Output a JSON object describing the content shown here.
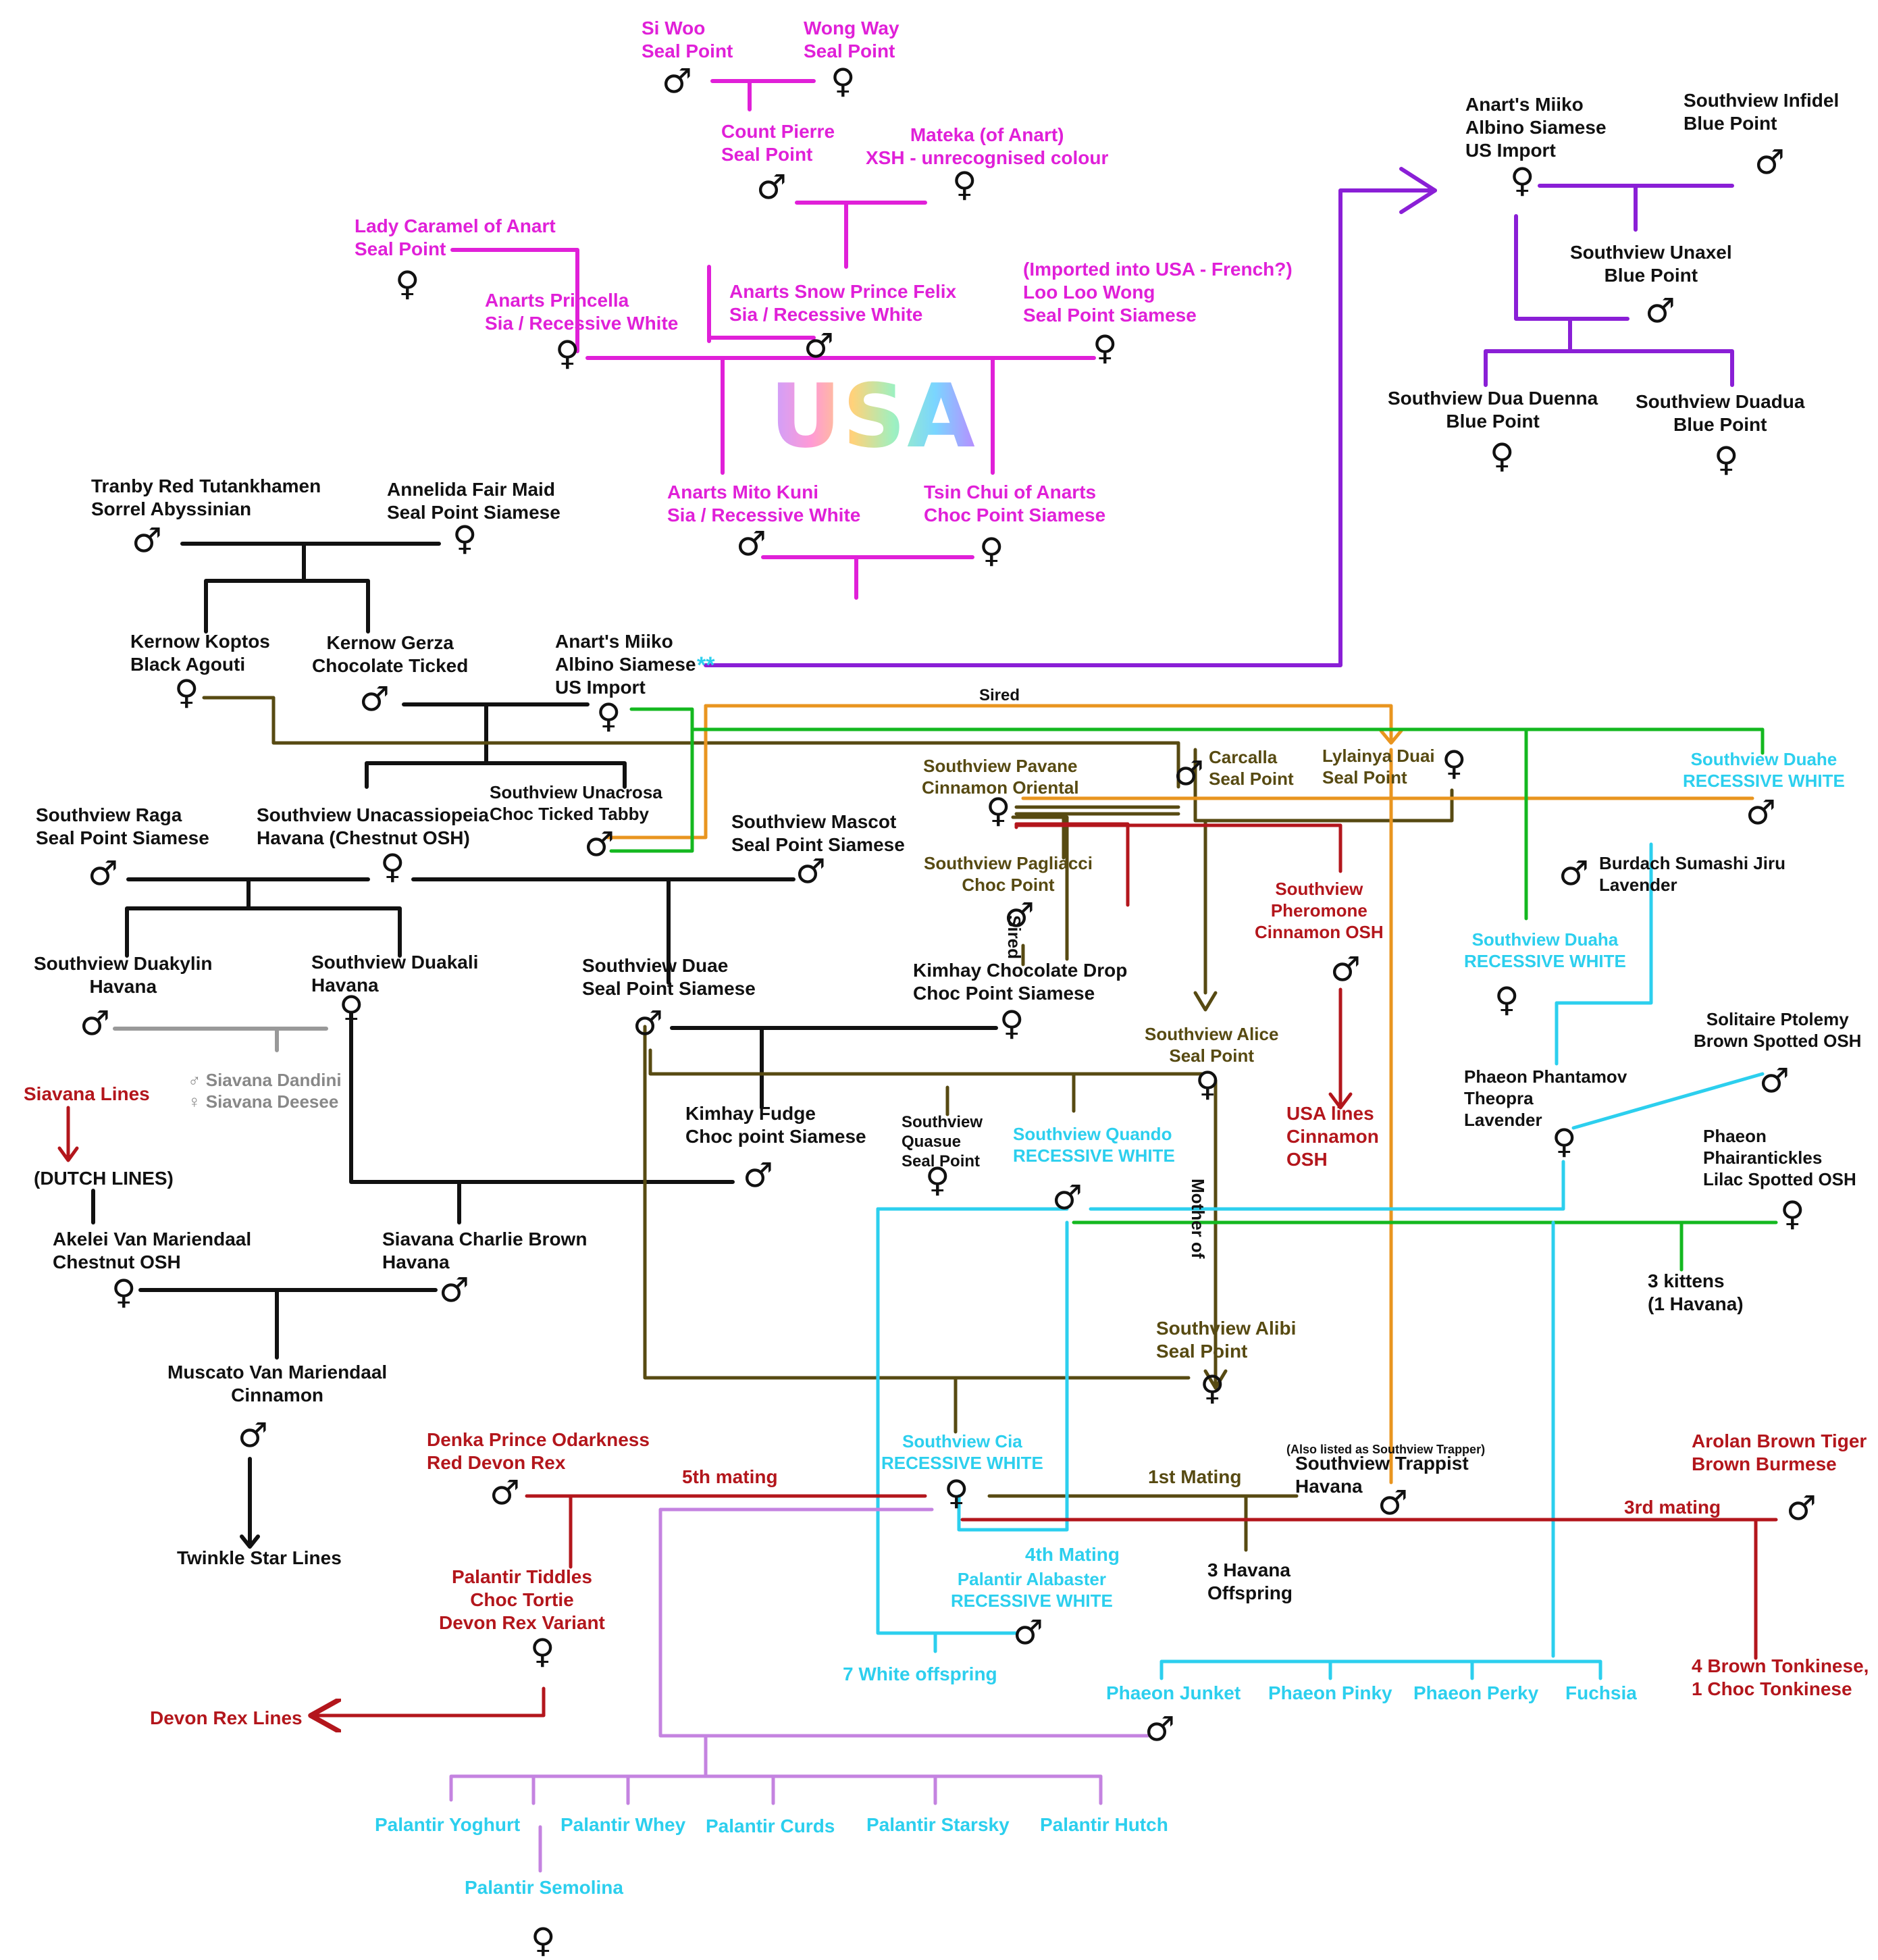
{
  "title_watermark": "USA",
  "palette": {
    "black": "#111111",
    "magenta": "#e020d8",
    "purple": "#8a1fd6",
    "olive": "#574a12",
    "orange": "#e9951f",
    "green": "#14b820",
    "cyan": "#2ccfee",
    "red": "#b3161c",
    "gray": "#888888",
    "lilac": "#c483e0"
  },
  "symbols": {
    "male": "♂",
    "female": "♀"
  },
  "nodes": [
    {
      "id": "siwoo",
      "lines": [
        "Si Woo",
        "Seal Point"
      ],
      "color": "magenta",
      "sex": "male"
    },
    {
      "id": "wongway",
      "lines": [
        "Wong Way",
        "Seal Point"
      ],
      "color": "magenta",
      "sex": "female"
    },
    {
      "id": "countpierre",
      "lines": [
        "Count Pierre",
        "Seal Point"
      ],
      "color": "magenta",
      "sex": "male"
    },
    {
      "id": "mateka",
      "lines": [
        "Mateka (of Anart)",
        "XSH - unrecognised colour"
      ],
      "color": "magenta",
      "sex": "female"
    },
    {
      "id": "ladycaramel",
      "lines": [
        "Lady Caramel of Anart",
        "Seal Point"
      ],
      "color": "magenta",
      "sex": "female"
    },
    {
      "id": "princella",
      "lines": [
        "Anarts Princella",
        "Sia / Recessive White"
      ],
      "color": "magenta",
      "sex": "female"
    },
    {
      "id": "snowprince",
      "lines": [
        "Anarts Snow Prince Felix",
        "Sia / Recessive White"
      ],
      "color": "magenta",
      "sex": "male"
    },
    {
      "id": "looloo",
      "lines": [
        "(Imported into USA - French?)",
        "Loo Loo Wong",
        "Seal Point Siamese"
      ],
      "color": "magenta",
      "sex": "female"
    },
    {
      "id": "mitokuni",
      "lines": [
        "Anarts Mito Kuni",
        "Sia / Recessive White"
      ],
      "color": "magenta",
      "sex": "male"
    },
    {
      "id": "tsinchui",
      "lines": [
        "Tsin Chui of Anarts",
        "Choc Point Siamese"
      ],
      "color": "magenta",
      "sex": "female"
    },
    {
      "id": "miiko_us",
      "lines": [
        "Anart's Miiko",
        "Albino Siamese",
        "US Import"
      ],
      "color": "black",
      "sex": "female"
    },
    {
      "id": "infidel",
      "lines": [
        "Southview Infidel",
        "Blue Point"
      ],
      "color": "black",
      "sex": "male"
    },
    {
      "id": "unaxel",
      "lines": [
        "Southview Unaxel",
        "Blue Point"
      ],
      "color": "black",
      "sex": "male"
    },
    {
      "id": "duaduenna",
      "lines": [
        "Southview Dua Duenna",
        "Blue Point"
      ],
      "color": "black",
      "sex": "female"
    },
    {
      "id": "duadua",
      "lines": [
        "Southview Duadua",
        "Blue Point"
      ],
      "color": "black",
      "sex": "female"
    },
    {
      "id": "tranby",
      "lines": [
        "Tranby Red Tutankhamen",
        "Sorrel Abyssinian"
      ],
      "color": "black",
      "sex": "male"
    },
    {
      "id": "annelida",
      "lines": [
        "Annelida Fair Maid",
        "Seal Point Siamese"
      ],
      "color": "black",
      "sex": "female"
    },
    {
      "id": "koptos",
      "lines": [
        "Kernow Koptos",
        "Black Agouti"
      ],
      "color": "black",
      "sex": "female"
    },
    {
      "id": "gerza",
      "lines": [
        "Kernow Gerza",
        "Chocolate Ticked"
      ],
      "color": "black",
      "sex": "male"
    },
    {
      "id": "miiko",
      "lines": [
        "Anart's Miiko",
        "Albino Siamese",
        "US Import"
      ],
      "color": "black",
      "sex": "female",
      "mark": "**"
    },
    {
      "id": "raga",
      "lines": [
        "Southview Raga",
        "Seal Point Siamese"
      ],
      "color": "black",
      "sex": "male"
    },
    {
      "id": "unacassiopeia",
      "lines": [
        "Southview Unacassiopeia",
        "Havana (Chestnut OSH)"
      ],
      "color": "black",
      "sex": "female"
    },
    {
      "id": "unacrosa",
      "lines": [
        "Southview Unacrosa",
        "Choc Ticked Tabby"
      ],
      "color": "black",
      "sex": "male"
    },
    {
      "id": "mascot",
      "lines": [
        "Southview Mascot",
        "Seal Point Siamese"
      ],
      "color": "black",
      "sex": "male"
    },
    {
      "id": "pavane",
      "lines": [
        "Southview Pavane",
        "Cinnamon Oriental"
      ],
      "color": "olive",
      "sex": "female"
    },
    {
      "id": "carcalla",
      "lines": [
        "Carcalla",
        "Seal Point"
      ],
      "color": "olive",
      "sex": "male"
    },
    {
      "id": "lylainya",
      "lines": [
        "Lylainya Duai",
        "Seal Point"
      ],
      "color": "olive",
      "sex": "female"
    },
    {
      "id": "duahe",
      "lines": [
        "Southview Duahe",
        "RECESSIVE WHITE"
      ],
      "color": "cyan",
      "sex": "male"
    },
    {
      "id": "pagliacci",
      "lines": [
        "Southview Pagliacci",
        "Choc Point"
      ],
      "color": "olive",
      "sex": "male"
    },
    {
      "id": "kimhaydrop",
      "lines": [
        "Kimhay Chocolate Drop",
        "Choc Point Siamese"
      ],
      "color": "black",
      "sex": "female"
    },
    {
      "id": "pheromone",
      "lines": [
        "Southview",
        "Pheromone",
        "Cinnamon OSH"
      ],
      "color": "red",
      "sex": "male"
    },
    {
      "id": "burdach",
      "lines": [
        "Burdach Sumashi Jiru",
        "Lavender"
      ],
      "color": "black",
      "sex": "male"
    },
    {
      "id": "duaha",
      "lines": [
        "Southview Duaha",
        "RECESSIVE WHITE"
      ],
      "color": "cyan",
      "sex": "female"
    },
    {
      "id": "duakylin",
      "lines": [
        "Southview Duakylin",
        "Havana"
      ],
      "color": "black",
      "sex": "male"
    },
    {
      "id": "duakali",
      "lines": [
        "Southview Duakali",
        "Havana"
      ],
      "color": "black",
      "sex": "female"
    },
    {
      "id": "duae",
      "lines": [
        "Southview Duae",
        "Seal Point Siamese"
      ],
      "color": "black",
      "sex": "male"
    },
    {
      "id": "alice",
      "lines": [
        "Southview Alice",
        "Seal Point"
      ],
      "color": "olive",
      "sex": "female"
    },
    {
      "id": "solitaire",
      "lines": [
        "Solitaire Ptolemy",
        "Brown Spotted OSH"
      ],
      "color": "black",
      "sex": "male"
    },
    {
      "id": "phantamov",
      "lines": [
        "Phaeon Phantamov",
        "Theopra",
        "Lavender"
      ],
      "color": "black",
      "sex": "female"
    },
    {
      "id": "phairantickles",
      "lines": [
        "Phaeon",
        "Phairantickles",
        "Lilac Spotted OSH"
      ],
      "color": "black",
      "sex": "female"
    },
    {
      "id": "fudge",
      "lines": [
        "Kimhay Fudge",
        "Choc point Siamese"
      ],
      "color": "black",
      "sex": "male"
    },
    {
      "id": "quasue",
      "lines": [
        "Southview",
        "Quasue",
        "Seal Point"
      ],
      "color": "black",
      "sex": "female"
    },
    {
      "id": "quando",
      "lines": [
        "Southview Quando",
        "RECESSIVE WHITE"
      ],
      "color": "cyan",
      "sex": "male"
    },
    {
      "id": "akelei",
      "lines": [
        "Akelei Van Mariendaal",
        "Chestnut OSH"
      ],
      "color": "black",
      "sex": "female"
    },
    {
      "id": "charliebrown",
      "lines": [
        "Siavana Charlie Brown",
        "Havana"
      ],
      "color": "black",
      "sex": "male"
    },
    {
      "id": "muscato",
      "lines": [
        "Muscato Van Mariendaal",
        "Cinnamon"
      ],
      "color": "black",
      "sex": "male"
    },
    {
      "id": "alibi",
      "lines": [
        "Southview Alibi",
        "Seal Point"
      ],
      "color": "olive",
      "sex": "female"
    },
    {
      "id": "denka",
      "lines": [
        "Denka Prince Odarkness",
        "Red Devon Rex"
      ],
      "color": "red",
      "sex": "male"
    },
    {
      "id": "cia",
      "lines": [
        "Southview Cia",
        "RECESSIVE WHITE"
      ],
      "color": "cyan",
      "sex": "female"
    },
    {
      "id": "trappist",
      "lines": [
        "Southview Trappist",
        "Havana"
      ],
      "color": "black",
      "sex": "male"
    },
    {
      "id": "arolan",
      "lines": [
        "Arolan Brown Tiger",
        "Brown Burmese"
      ],
      "color": "red",
      "sex": "male"
    },
    {
      "id": "tiddles",
      "lines": [
        "Palantir Tiddles",
        "Choc Tortie",
        "Devon Rex Variant"
      ],
      "color": "red",
      "sex": "female"
    },
    {
      "id": "alabaster",
      "lines": [
        "Palantir Alabaster",
        "RECESSIVE WHITE"
      ],
      "color": "cyan",
      "sex": "male"
    },
    {
      "id": "junket",
      "lines": [
        "Phaeon Junket"
      ],
      "color": "cyan",
      "sex": "male"
    },
    {
      "id": "semolina",
      "lines": [
        "Palantir Semolina"
      ],
      "color": "cyan",
      "sex": "female"
    }
  ],
  "texts": [
    {
      "id": "t_sired",
      "lines": [
        "Sired"
      ],
      "color": "black"
    },
    {
      "id": "t_sired2",
      "lines": [
        "Sired"
      ],
      "color": "black"
    },
    {
      "id": "t_motherof",
      "lines": [
        "Mother of"
      ],
      "color": "black"
    },
    {
      "id": "t_dandini",
      "lines": [
        "♂ Siavana Dandini",
        "♀ Siavana Deesee"
      ],
      "color": "gray"
    },
    {
      "id": "t_siavanalines",
      "lines": [
        "Siavana Lines"
      ],
      "color": "red"
    },
    {
      "id": "t_dutch",
      "lines": [
        "(DUTCH LINES)"
      ],
      "color": "black"
    },
    {
      "id": "t_usalines",
      "lines": [
        "USA lines",
        "Cinnamon",
        "OSH"
      ],
      "color": "red"
    },
    {
      "id": "t_3kittens",
      "lines": [
        "3 kittens",
        "(1 Havana)"
      ],
      "color": "black"
    },
    {
      "id": "t_twinkle",
      "lines": [
        "Twinkle Star Lines"
      ],
      "color": "black"
    },
    {
      "id": "t_5th",
      "lines": [
        "5th mating"
      ],
      "color": "red"
    },
    {
      "id": "t_1st",
      "lines": [
        "1st Mating"
      ],
      "color": "olive"
    },
    {
      "id": "t_3rd",
      "lines": [
        "3rd mating"
      ],
      "color": "red"
    },
    {
      "id": "t_4th",
      "lines": [
        "4th Mating"
      ],
      "color": "cyan"
    },
    {
      "id": "t_alsolisted",
      "lines": [
        "(Also listed as Southview Trapper)"
      ],
      "color": "black"
    },
    {
      "id": "t_3havana",
      "lines": [
        "3 Havana",
        "Offspring"
      ],
      "color": "black"
    },
    {
      "id": "t_4brown",
      "lines": [
        "4 Brown Tonkinese,",
        "1 Choc Tonkinese"
      ],
      "color": "red"
    },
    {
      "id": "t_7white",
      "lines": [
        "7 White offspring"
      ],
      "color": "cyan"
    },
    {
      "id": "t_devonlines",
      "lines": [
        "Devon Rex Lines"
      ],
      "color": "red"
    },
    {
      "id": "t_pinky",
      "lines": [
        "Phaeon Pinky"
      ],
      "color": "cyan"
    },
    {
      "id": "t_perky",
      "lines": [
        "Phaeon Perky"
      ],
      "color": "cyan"
    },
    {
      "id": "t_fuchsia",
      "lines": [
        "Fuchsia"
      ],
      "color": "cyan"
    },
    {
      "id": "t_yoghurt",
      "lines": [
        "Palantir Yoghurt"
      ],
      "color": "cyan"
    },
    {
      "id": "t_whey",
      "lines": [
        "Palantir Whey"
      ],
      "color": "cyan"
    },
    {
      "id": "t_curds",
      "lines": [
        "Palantir Curds"
      ],
      "color": "cyan"
    },
    {
      "id": "t_starsky",
      "lines": [
        "Palantir Starsky"
      ],
      "color": "cyan"
    },
    {
      "id": "t_hutch",
      "lines": [
        "Palantir Hutch"
      ],
      "color": "cyan"
    }
  ]
}
